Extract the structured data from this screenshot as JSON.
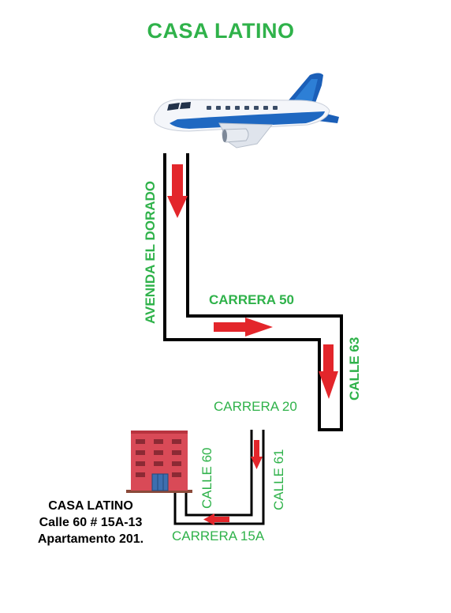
{
  "title": "CASA LATINO",
  "streets": {
    "avenida": "AVENIDA EL DORADO",
    "carrera50": "CARRERA 50",
    "calle63": "CALLE 63",
    "carrera20": "CARRERA 20",
    "calle60": "CALLE 60",
    "calle61": "CALLE 61",
    "carrera15a": "CARRERA 15A"
  },
  "address": {
    "name": "CASA LATINO",
    "street": "Calle 60 # 15A-13",
    "unit": "Apartamento 201."
  },
  "colors": {
    "label_green": "#2fb24a",
    "arrow_red": "#e3262b",
    "road_black": "#000000",
    "building_red": "#d94a57"
  },
  "icons": [
    "airplane-icon",
    "building-icon",
    "direction-arrow-icon"
  ]
}
